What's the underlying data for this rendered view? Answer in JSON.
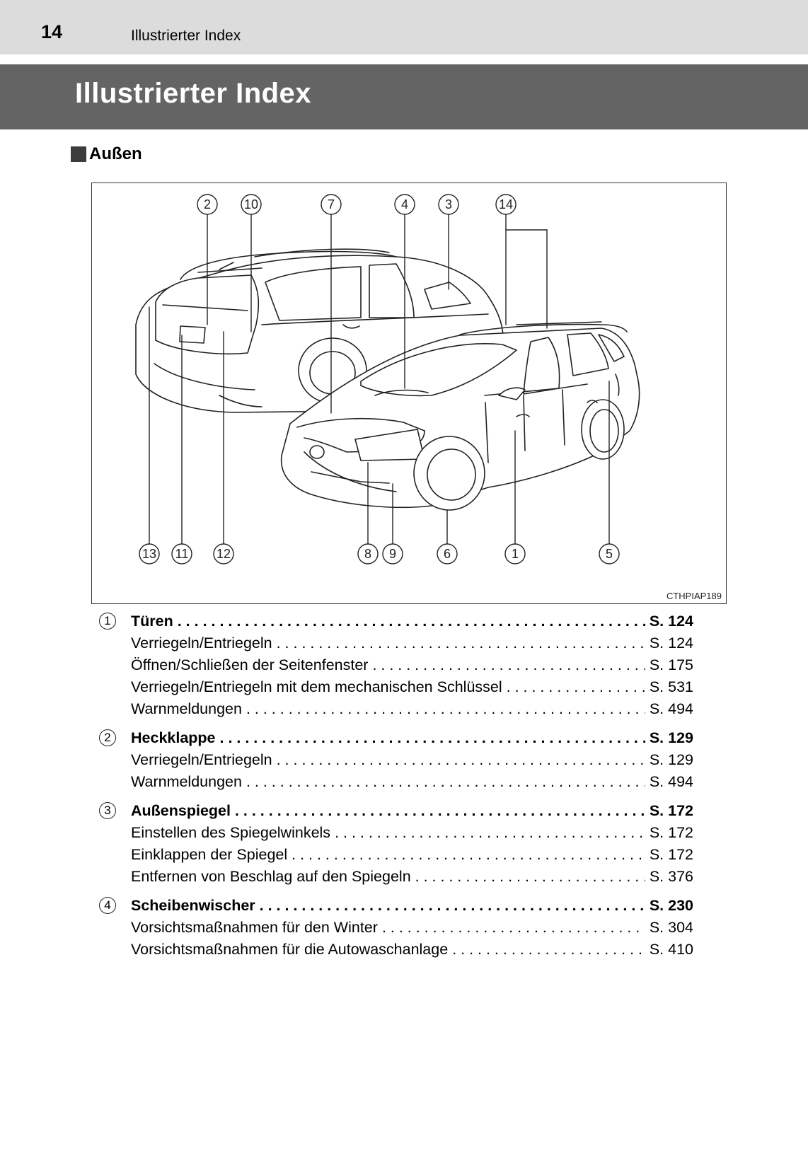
{
  "header": {
    "page_number": "14",
    "section": "Illustrierter Index"
  },
  "title": "Illustrierter Index",
  "subheading": "Außen",
  "figure": {
    "code": "CTHPIAP189",
    "callouts_top": [
      "2",
      "10",
      "7",
      "4",
      "3",
      "14"
    ],
    "callouts_bottom": [
      "13",
      "11",
      "12",
      "8",
      "9",
      "6",
      "1",
      "5"
    ]
  },
  "entries": [
    {
      "num": "1",
      "title": "Türen",
      "page": "S. 124",
      "items": [
        {
          "label": "Verriegeln/Entriegeln",
          "page": "S. 124"
        },
        {
          "label": "Öffnen/Schließen der Seitenfenster",
          "page": "S. 175"
        },
        {
          "label": "Verriegeln/Entriegeln mit dem mechanischen Schlüssel",
          "page": "S. 531"
        },
        {
          "label": "Warnmeldungen",
          "page": "S. 494"
        }
      ]
    },
    {
      "num": "2",
      "title": "Heckklappe",
      "page": "S. 129",
      "items": [
        {
          "label": "Verriegeln/Entriegeln",
          "page": "S. 129"
        },
        {
          "label": "Warnmeldungen",
          "page": "S. 494"
        }
      ]
    },
    {
      "num": "3",
      "title": "Außenspiegel",
      "page": "S. 172",
      "items": [
        {
          "label": "Einstellen des Spiegelwinkels",
          "page": "S. 172"
        },
        {
          "label": "Einklappen der Spiegel",
          "page": "S. 172"
        },
        {
          "label": "Entfernen von Beschlag auf den Spiegeln",
          "page": "S. 376"
        }
      ]
    },
    {
      "num": "4",
      "title": "Scheibenwischer",
      "page": "S. 230",
      "items": [
        {
          "label": "Vorsichtsmaßnahmen für den Winter",
          "page": "S. 304"
        },
        {
          "label": "Vorsichtsmaßnahmen für die Autowaschanlage",
          "page": "S. 410"
        }
      ]
    }
  ]
}
